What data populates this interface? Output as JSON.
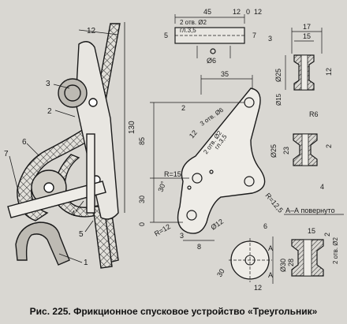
{
  "caption": "Рис. 225. Фрикционное спусковое устройство «Треугольник»",
  "part_labels": {
    "p1": "1",
    "p2": "2",
    "p3": "3",
    "p4": "4",
    "p5": "5",
    "p6": "6",
    "p7": "7"
  },
  "dims_left": {
    "d12": "12",
    "d130": "130"
  },
  "pin": {
    "d45": "45",
    "d12": "12",
    "d0": "0",
    "d12b": "12",
    "d5": "5",
    "d7": "7",
    "holes": "2 отв. Ø2",
    "gl": "гл.3,5",
    "d6": "Ø6"
  },
  "triangle": {
    "d35": "35",
    "d2": "2",
    "holes6": "3 отв. Ø6",
    "d12": "12",
    "holes2": "2 отв. Ø2",
    "gl": "гл.3,5",
    "d85": "85",
    "d30": "30",
    "d0": "0",
    "r15": "R=15",
    "ang30": "30°",
    "r125": "R=12,5",
    "r12": "R=12",
    "phi12": "Ø12",
    "d3": "3",
    "d8": "8"
  },
  "roller_top": {
    "d17": "17",
    "d15": "15",
    "d3": "3",
    "phi25": "Ø25",
    "phi15": "Ø15",
    "d12": "12"
  },
  "roller_mid": {
    "r6": "R6",
    "d2": "2",
    "phi25": "Ø25",
    "d23": "23",
    "d4": "4"
  },
  "section": {
    "title": "А–А повернуто",
    "d6": "6",
    "d15": "15",
    "d2": "2",
    "holes": "2 отв. Ø2",
    "phi30": "Ø30",
    "d28": "28",
    "ang30": "30",
    "d12": "12",
    "a": "А",
    "a2": "А"
  }
}
